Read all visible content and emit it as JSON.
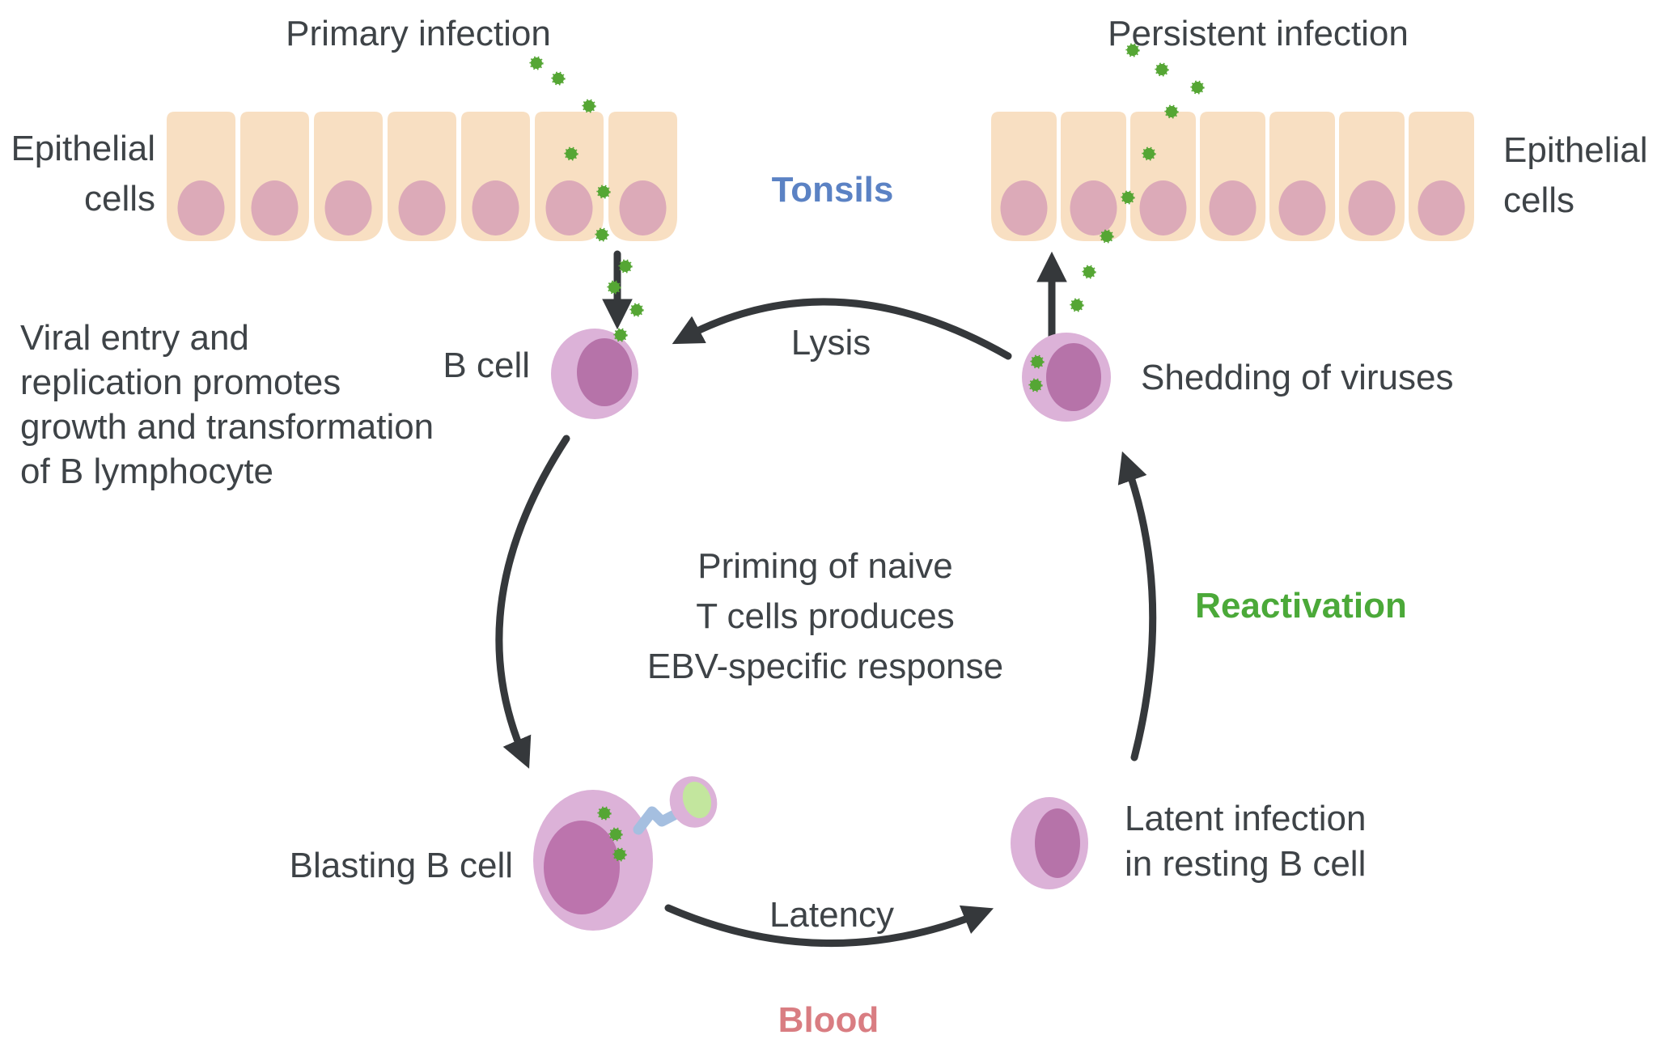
{
  "labels": {
    "primary_infection": "Primary infection",
    "persistent_infection": "Persistent infection",
    "epithelial_cells_left": "Epithelial\ncells",
    "epithelial_cells_right": "Epithelial\ncells",
    "tonsils": "Tonsils",
    "lysis": "Lysis",
    "b_cell": "B cell",
    "shedding_of_viruses": "Shedding of viruses",
    "viral_entry_note": "Viral entry and\nreplication promotes\ngrowth and transformation\nof B lymphocyte",
    "priming_note": "Priming of naive\nT cells produces\nEBV-specific response",
    "reactivation": "Reactivation",
    "latent_infection_note": "Latent infection\nin resting B cell",
    "blasting_b_cell": "Blasting B cell",
    "latency": "Latency",
    "blood": "Blood"
  },
  "colors": {
    "text": "#3e4347",
    "tonsils_blue": "#5b82c4",
    "reactivation_green": "#4ba939",
    "blood_pink": "#d97d82",
    "virus_green": "#55a634",
    "epithelial_fill": "#f8dfc2",
    "epithelial_nucleus": "#dcaab8",
    "cell_body_pink": "#dcb2d8",
    "cell_nucleus_purple": "#b673a9",
    "blasting_nucleus_purple": "#bc74ad",
    "t_cell_nucleus_green": "#c3e69e",
    "receptor_blue": "#a5bfe0",
    "arrow_dark": "#35383b"
  }
}
